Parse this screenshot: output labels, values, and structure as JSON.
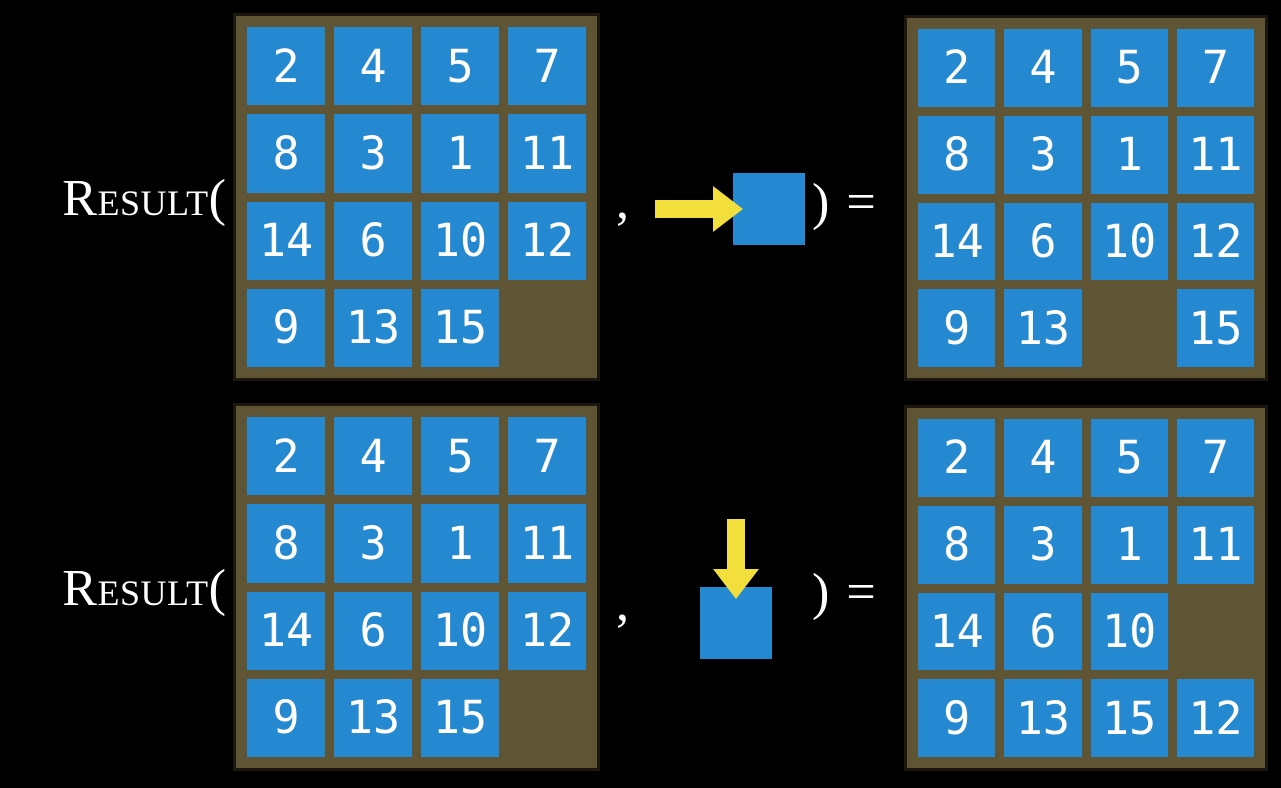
{
  "figure": "fifteen-puzzle-result-function",
  "tokens": {
    "open_paren": "(",
    "comma": ",",
    "close_paren": ")",
    "equals": "="
  },
  "colors": {
    "tile": "#2589d2",
    "board": "#5f5433",
    "arrow": "#f3df3b",
    "text": "#ffffff",
    "background": "#000000"
  },
  "examples": [
    {
      "function_name": "Result",
      "action_direction": "right",
      "action_icon": "right-arrow-into-blank-square",
      "input_board": [
        [
          2,
          4,
          5,
          7
        ],
        [
          8,
          3,
          1,
          11
        ],
        [
          14,
          6,
          10,
          12
        ],
        [
          9,
          13,
          15,
          null
        ]
      ],
      "output_board": [
        [
          2,
          4,
          5,
          7
        ],
        [
          8,
          3,
          1,
          11
        ],
        [
          14,
          6,
          10,
          12
        ],
        [
          9,
          13,
          null,
          15
        ]
      ]
    },
    {
      "function_name": "Result",
      "action_direction": "down",
      "action_icon": "down-arrow-into-blank-square",
      "input_board": [
        [
          2,
          4,
          5,
          7
        ],
        [
          8,
          3,
          1,
          11
        ],
        [
          14,
          6,
          10,
          12
        ],
        [
          9,
          13,
          15,
          null
        ]
      ],
      "output_board": [
        [
          2,
          4,
          5,
          7
        ],
        [
          8,
          3,
          1,
          11
        ],
        [
          14,
          6,
          10,
          null
        ],
        [
          9,
          13,
          15,
          12
        ]
      ]
    }
  ]
}
